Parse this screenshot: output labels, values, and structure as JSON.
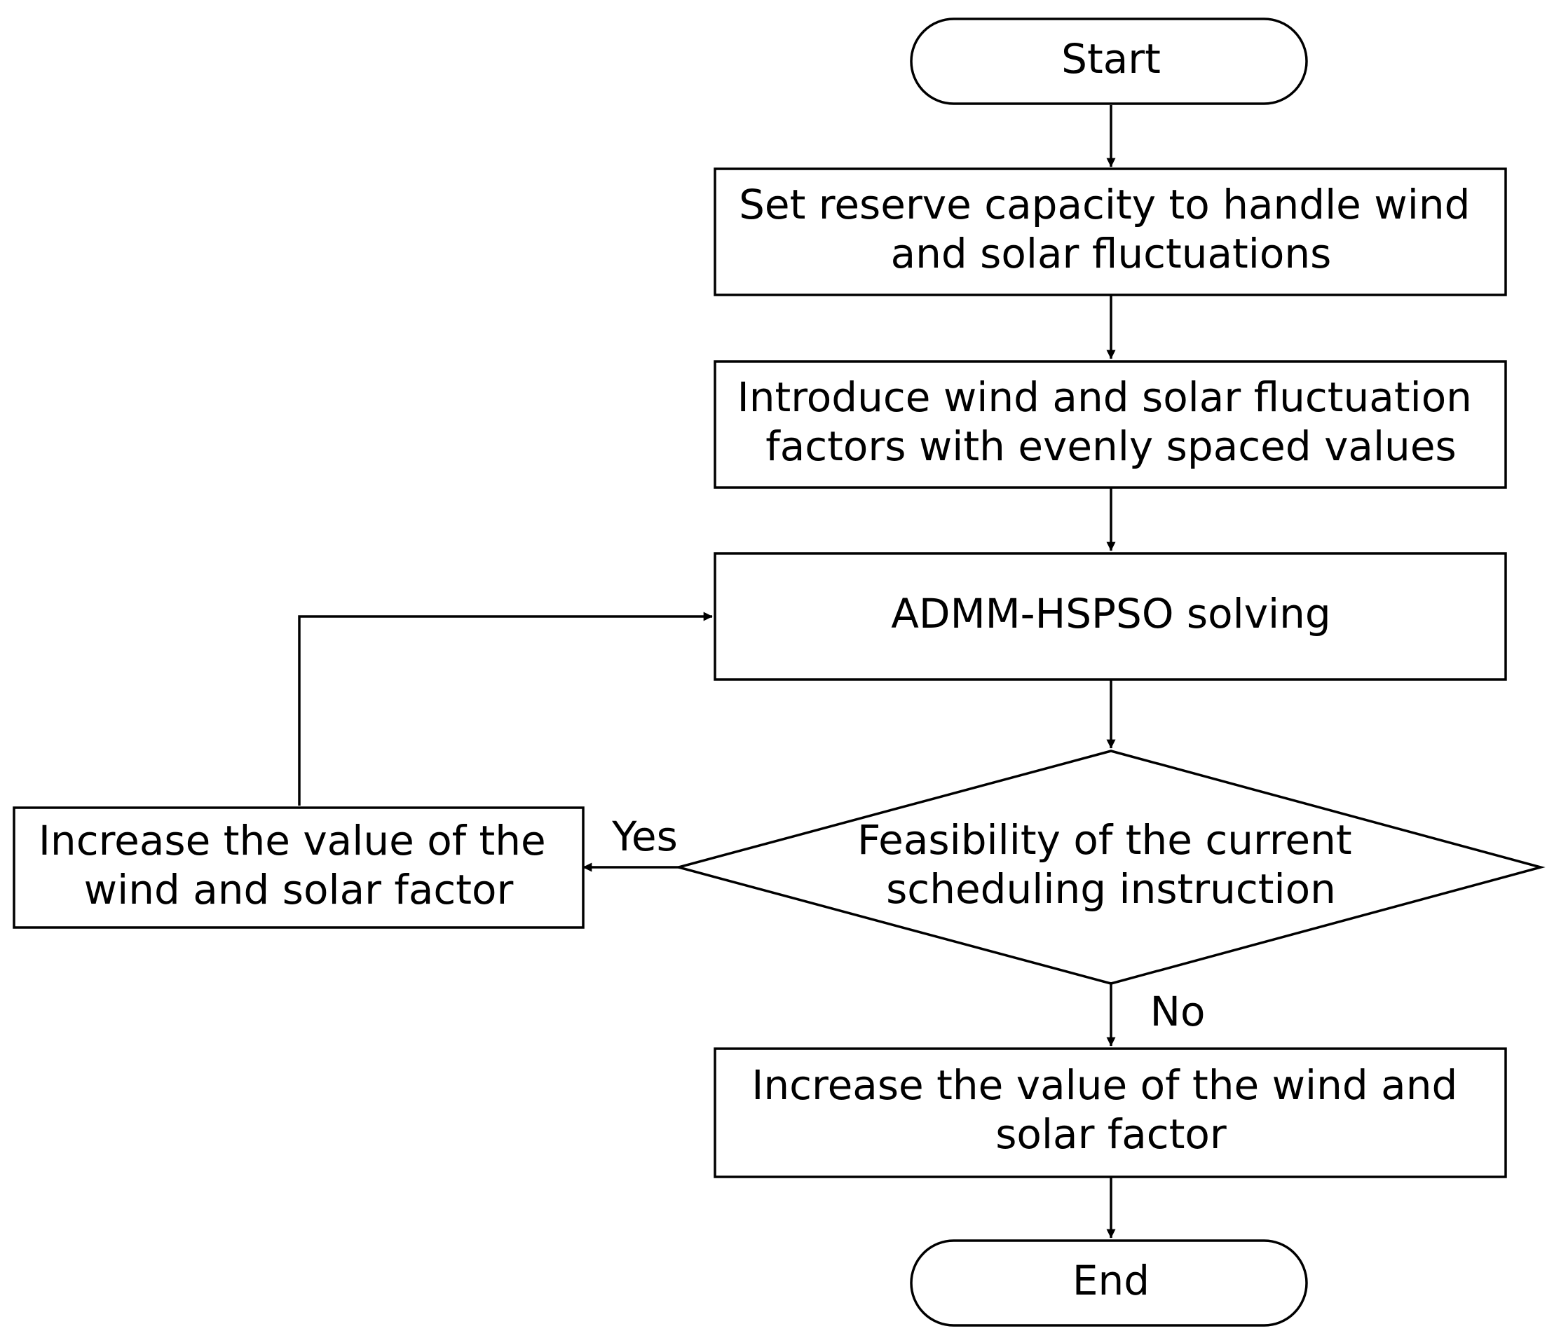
{
  "nodes": {
    "start": {
      "lines": [
        "Start"
      ]
    },
    "set_reserve": {
      "lines": [
        "Set reserve capacity to handle wind",
        "and solar fluctuations"
      ]
    },
    "introduce_factors": {
      "lines": [
        "Introduce wind and solar fluctuation",
        "factors with evenly spaced values"
      ]
    },
    "admm_solving": {
      "lines": [
        "ADMM-HSPSO solving"
      ]
    },
    "feasibility_check": {
      "lines": [
        "Feasibility of the current",
        "scheduling instruction"
      ]
    },
    "increase_left": {
      "lines": [
        "Increase the value of the",
        "wind and solar factor"
      ]
    },
    "increase_bottom": {
      "lines": [
        "Increase the value of the wind and",
        "solar factor"
      ]
    },
    "end": {
      "lines": [
        "End"
      ]
    }
  },
  "edges": {
    "yes_label": "Yes",
    "no_label": "No"
  }
}
